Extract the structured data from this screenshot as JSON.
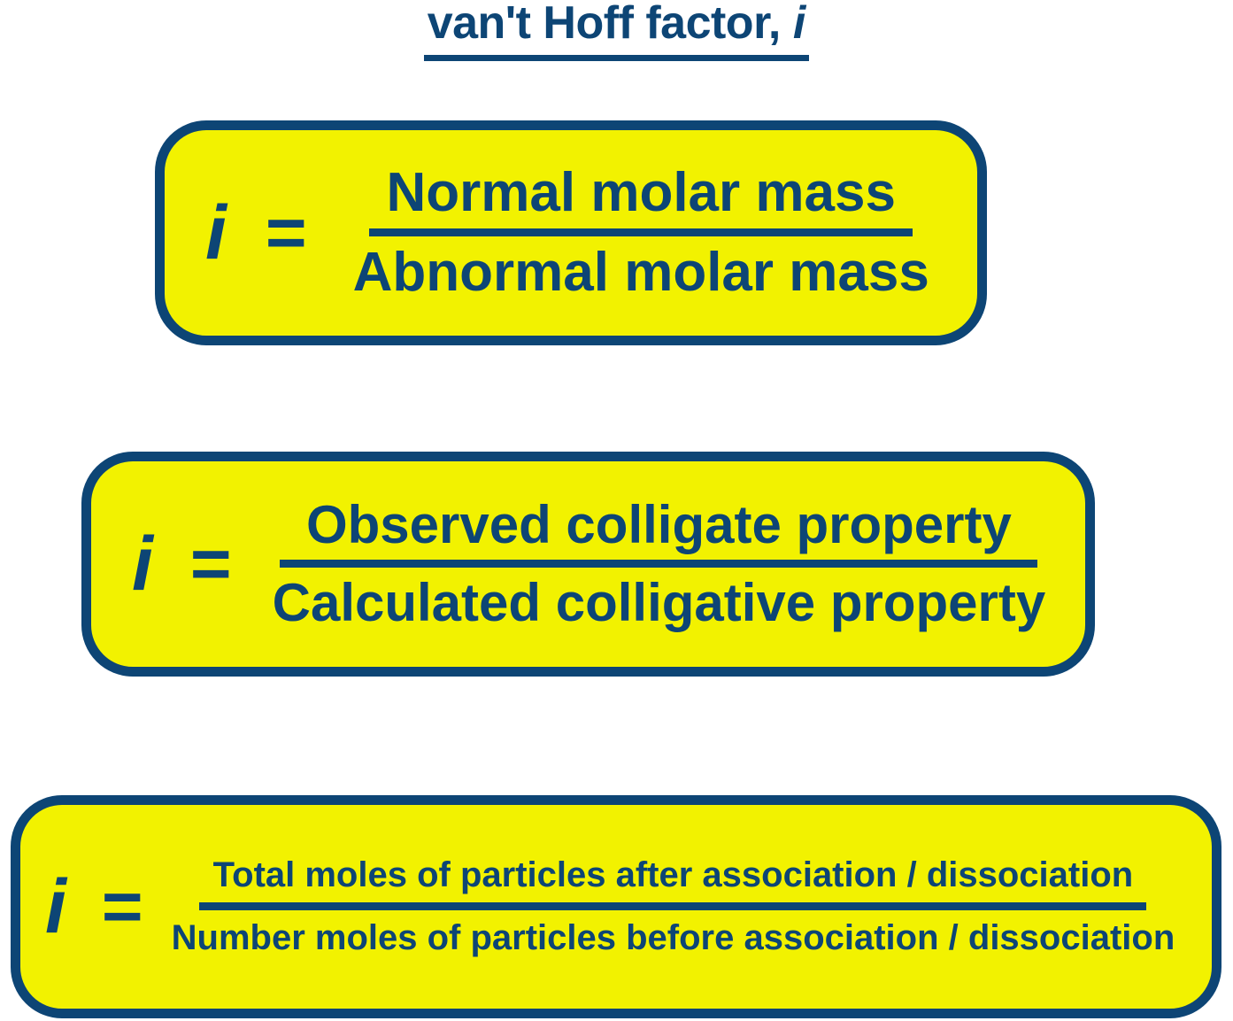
{
  "title": {
    "text": "van't Hoff factor, ",
    "symbol": "i",
    "underlined": true
  },
  "colors": {
    "accent_yellow": "#f2f200",
    "accent_blue": "#0d4575",
    "page_background": "#ffffff"
  },
  "formulas": [
    {
      "id": "vant-hoff-molar-mass",
      "symbol": "i",
      "equals": "=",
      "numerator": "Normal molar mass",
      "denominator": "Abnormal molar mass"
    },
    {
      "id": "vant-hoff-colligative-property",
      "symbol": "i",
      "equals": "=",
      "numerator": "Observed colligate property",
      "denominator": "Calculated colligative property"
    },
    {
      "id": "vant-hoff-moles-particles",
      "symbol": "i",
      "equals": "=",
      "numerator": "Total moles of particles after association / dissociation",
      "denominator": "Number moles of particles before association / dissociation"
    }
  ]
}
